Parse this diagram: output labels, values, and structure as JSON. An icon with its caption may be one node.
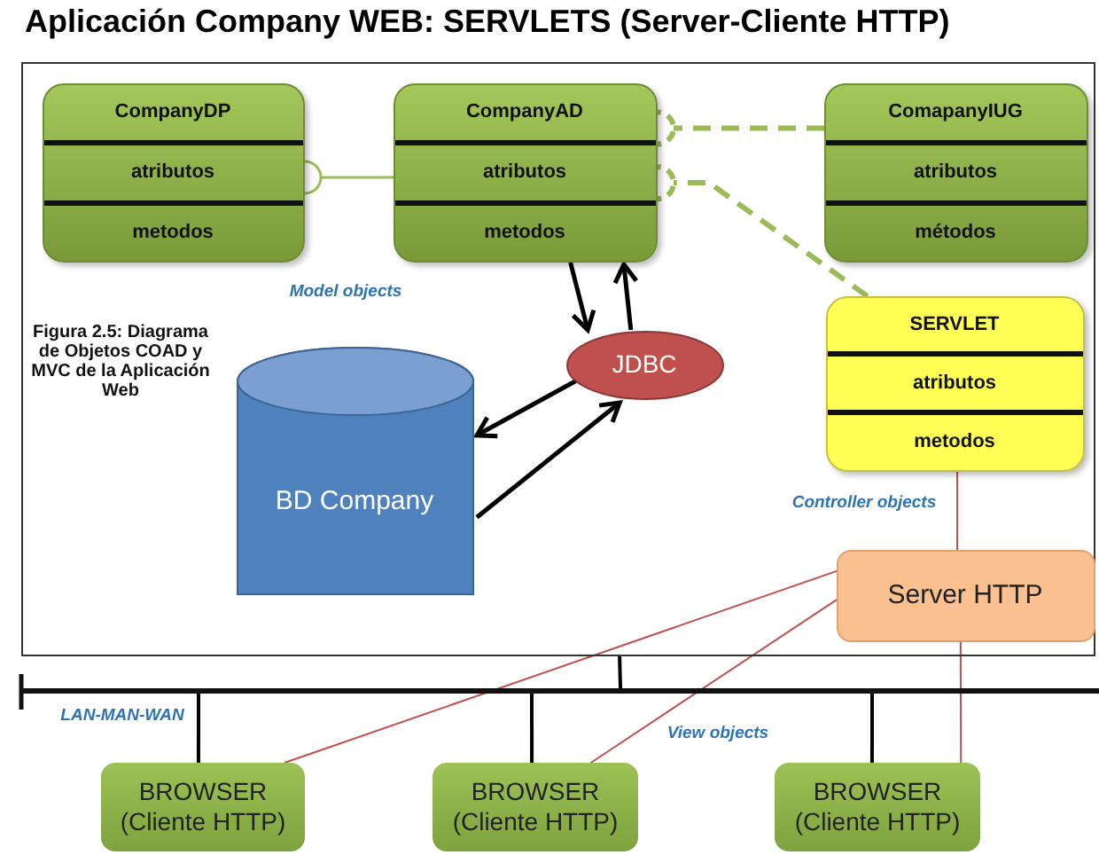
{
  "diagram": {
    "title": "Aplicación Company WEB: SERVLETS (Server-Cliente HTTP)",
    "nodes": [
      {
        "text": [],
        "shape": "box"
      },
      {
        "text": [
          "CompanyDP",
          "atributos",
          "metodos"
        ],
        "in": 0
      },
      {
        "text": [
          "CompanyAD",
          "atributos",
          "metodos"
        ],
        "in": 0
      },
      {
        "text": [
          "ComapanyIUG",
          "atributos",
          "métodos"
        ],
        "in": 0
      },
      {
        "text": [
          "JDBC"
        ],
        "in": 0
      },
      {
        "text": [
          "BD Company"
        ],
        "in": 0
      },
      {
        "text": [
          "SERVLET",
          "atributos",
          "metodos"
        ],
        "in": 0
      },
      {
        "text": [
          "Server HTTP"
        ],
        "in": 0
      },
      {
        "text": [],
        "shape": "bar"
      },
      {
        "text": [
          "BROWSER (Cliente HTTP)"
        ]
      },
      {
        "text": [
          "BROWSER (Cliente HTTP)"
        ]
      },
      {
        "text": [
          "BROWSER (Cliente HTTP)"
        ]
      }
    ],
    "edges": [
      {
        "from": 2,
        "to": 1,
        "arrow": "other",
        "color": "#9bbb59"
      },
      {
        "from": 3,
        "to": 2,
        "arrow": "other",
        "style": "dashed",
        "color": "#9bbb59"
      },
      {
        "from": 6,
        "to": 2,
        "arrow": "other",
        "style": "dashed",
        "color": "#9bbb59"
      },
      {
        "from": 2,
        "to": 4,
        "arrow": "to"
      },
      {
        "from": 4,
        "to": 2,
        "arrow": "to"
      },
      {
        "from": 4,
        "to": 5,
        "arrow": "to"
      },
      {
        "from": 5,
        "to": 4,
        "arrow": "to"
      },
      {
        "from": 6,
        "to": 7,
        "arrow": "none",
        "color": "#c0504d"
      },
      {
        "from": 7,
        "to": 9,
        "arrow": "none",
        "color": "#c0504d"
      },
      {
        "from": 7,
        "to": 10,
        "arrow": "none",
        "color": "#c0504d"
      },
      {
        "from": 7,
        "to": 11,
        "arrow": "none",
        "color": "#c0504d"
      },
      {
        "from": 8,
        "to": 0,
        "arrow": "none"
      },
      {
        "from": 8,
        "to": 9,
        "arrow": "none"
      },
      {
        "from": 8,
        "to": 10,
        "arrow": "none"
      },
      {
        "from": 8,
        "to": 11,
        "arrow": "none"
      }
    ],
    "labels": [
      "Model objects",
      "Figura 2.5: Diagrama de Objetos COAD y MVC de la Aplicación Web",
      "Controller objects",
      "LAN-MAN-WAN",
      "View objects"
    ]
  }
}
